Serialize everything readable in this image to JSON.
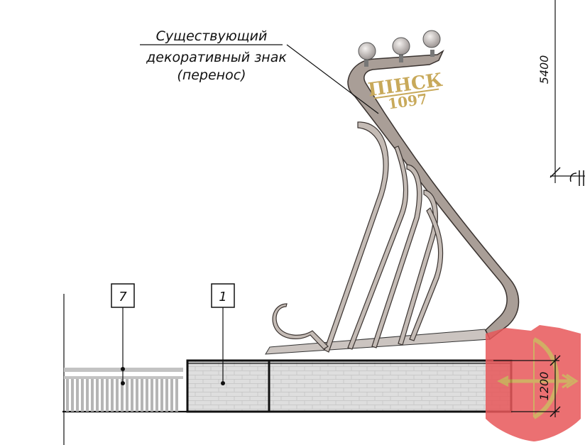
{
  "annotation": {
    "line1": "Существующий",
    "line2": "декоративный знак",
    "line3": "(перенос)"
  },
  "sign": {
    "city": "ПІНСК",
    "year": "1097"
  },
  "dimensions": {
    "total_height": "5400",
    "base_height": "1200"
  },
  "callouts": {
    "fence": "7",
    "plinth": "1"
  },
  "colors": {
    "harp_frame": "#a89d96",
    "lamp": "#cfc9c6",
    "plinth_fill": "#dcdcdc",
    "fence": "#bcbcbc",
    "sign_text": "#c8a95a",
    "emblem": "#e8585a"
  }
}
